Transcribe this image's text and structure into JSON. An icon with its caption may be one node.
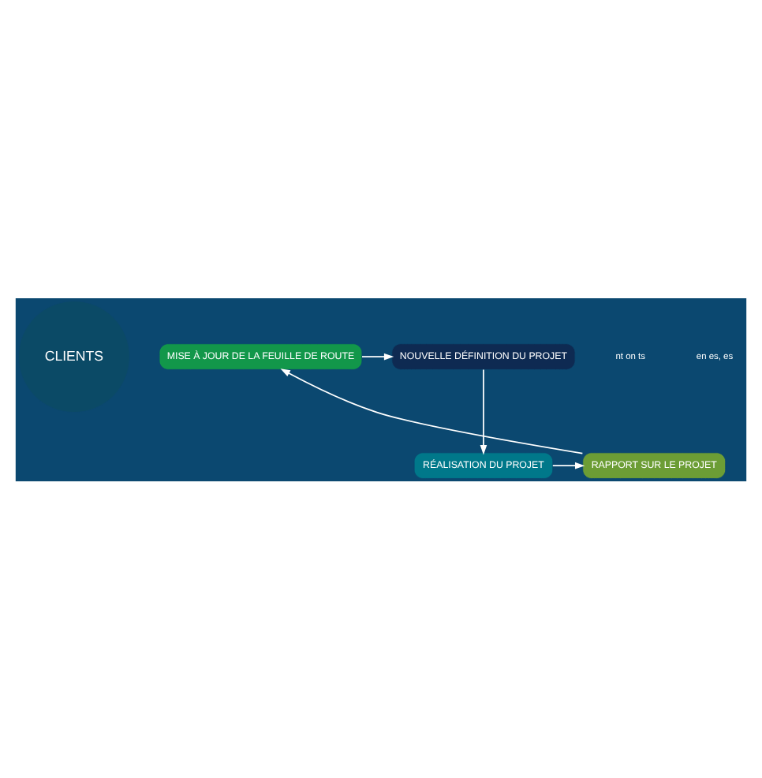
{
  "diagram": {
    "nodes": [
      {
        "text": [
          "CLIENTS"
        ]
      },
      {
        "text": [
          "MISE À JOUR DE LA FEUILLE DE ROUTE"
        ]
      },
      {
        "text": [
          "NOUVELLE DÉFINITION DU PROJET"
        ]
      },
      {
        "text": [
          "RÉALISATION DU PROJET"
        ]
      },
      {
        "text": [
          "RAPPORT SUR LE PROJET"
        ]
      }
    ],
    "edges": [
      {
        "from": 1,
        "to": 2,
        "arrow": "to"
      },
      {
        "from": 2,
        "to": 3,
        "arrow": "to"
      },
      {
        "from": 3,
        "to": 4,
        "arrow": "to"
      },
      {
        "from": 4,
        "to": 1,
        "arrow": "to"
      }
    ],
    "labels": [
      "nt on ts",
      "en es, es"
    ]
  }
}
